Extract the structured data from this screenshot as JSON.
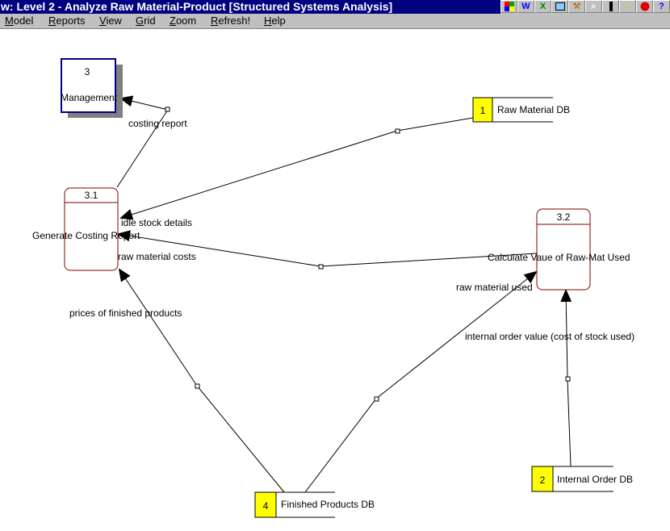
{
  "window": {
    "title": "w: Level 2 - Analyze Raw Material-Product [Structured Systems Analysis]"
  },
  "toolbar": {
    "icons": [
      "grid-icon",
      "word-icon",
      "excel-icon",
      "picture-icon",
      "wrench-icon",
      "zoom-icon",
      "bar-icon",
      "lightning-icon",
      "stop-icon",
      "help-icon"
    ]
  },
  "menu": [
    "Model",
    "Reports",
    "View",
    "Grid",
    "Zoom",
    "Refresh!",
    "Help"
  ],
  "diagram": {
    "external_entity": {
      "number": "3",
      "name": "Management"
    },
    "processes": [
      {
        "number": "3.1",
        "name": "Generate Costing Report"
      },
      {
        "number": "3.2",
        "name": "Calculate Vaue of Raw-Mat Used"
      }
    ],
    "data_stores": [
      {
        "number": "1",
        "name": "Raw Material DB"
      },
      {
        "number": "2",
        "name": "Internal Order DB"
      },
      {
        "number": "4",
        "name": "Finished Products DB"
      }
    ],
    "flows": [
      {
        "label": "costing report"
      },
      {
        "label": "idle stock details"
      },
      {
        "label": "raw material costs"
      },
      {
        "label": "prices of finished products"
      },
      {
        "label": "raw material used"
      },
      {
        "label": "internal order value (cost of stock used)"
      }
    ]
  }
}
